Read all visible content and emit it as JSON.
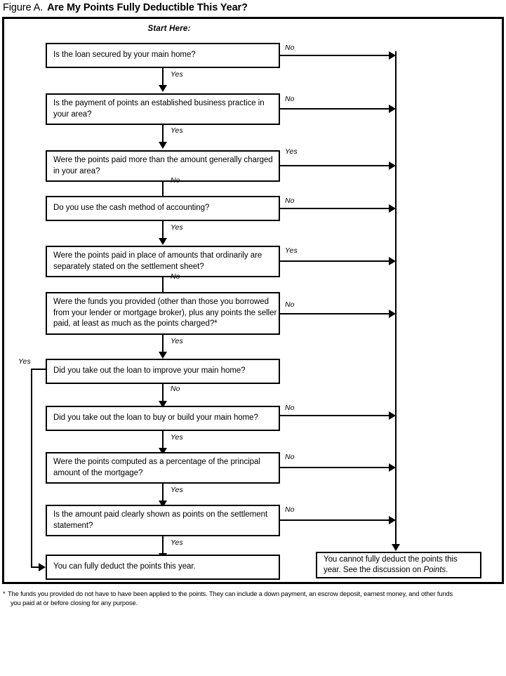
{
  "figure": {
    "label": "Figure A.",
    "title": "Are My Points Fully Deductible This Year?",
    "start_label": "Start Here:"
  },
  "colors": {
    "ink": "#000000",
    "paper": "#ffffff"
  },
  "nodes": [
    {
      "id": "q1",
      "text": "Is the loan secured by your main home?",
      "yes_label": "Yes",
      "no_label": "No",
      "exit_side": "No"
    },
    {
      "id": "q2",
      "text": "Is the payment of points an established business practice in your area?",
      "yes_label": "Yes",
      "no_label": "No",
      "exit_side": "No"
    },
    {
      "id": "q3",
      "text": "Were the points paid more than the amount generally charged in your area?",
      "yes_label": "Yes",
      "no_label": "No",
      "exit_side": "Yes"
    },
    {
      "id": "q4",
      "text": "Do you use the cash method of accounting?",
      "yes_label": "Yes",
      "no_label": "No",
      "exit_side": "No"
    },
    {
      "id": "q5",
      "text": "Were the points paid in place of amounts that ordinarily are separately stated on the settlement sheet?",
      "yes_label": "Yes",
      "no_label": "No",
      "exit_side": "Yes"
    },
    {
      "id": "q6",
      "text": "Were the funds you provided (other than those you borrowed from your lender or mortgage broker), plus any points the seller paid, at least as much as the points charged?*",
      "yes_label": "Yes",
      "no_label": "No",
      "exit_side": "No"
    },
    {
      "id": "q7",
      "text": "Did you take out the loan to improve your main home?",
      "yes_label": "Yes",
      "no_label": "No",
      "exit_side": "Yes-left"
    },
    {
      "id": "q8",
      "text": "Did you take out the loan to buy or build your main home?",
      "yes_label": "Yes",
      "no_label": "No",
      "exit_side": "No"
    },
    {
      "id": "q9",
      "text": "Were the points computed as a percentage of the principal amount of the mortgage?",
      "yes_label": "Yes",
      "no_label": "No",
      "exit_side": "No"
    },
    {
      "id": "q10",
      "text": "Is the amount paid clearly shown as points on the settlement statement?",
      "yes_label": "Yes",
      "no_label": "No",
      "exit_side": "No"
    }
  ],
  "outcomes": {
    "deductible": "You can fully deduct the points this year.",
    "not_deductible_part1": "You cannot fully deduct the points this",
    "not_deductible_part2": "year. See the discussion on ",
    "not_deductible_italic": "Points",
    "not_deductible_end": "."
  },
  "edge_labels": {
    "e1_no": "No",
    "e1_yes": "Yes",
    "e2_no": "No",
    "e2_yes": "Yes",
    "e3_yes": "Yes",
    "e3_no": "No",
    "e4_no": "No",
    "e4_yes": "Yes",
    "e5_yes": "Yes",
    "e5_no": "No",
    "e6_no": "No",
    "e6_yes": "Yes",
    "e7_yes": "Yes",
    "e7_no": "No",
    "e8_no": "No",
    "e8_yes": "Yes",
    "e9_no": "No",
    "e9_yes": "Yes",
    "e10_no": "No",
    "e10_yes": "Yes"
  },
  "footnote": {
    "marker": "*",
    "line1": "The funds you provided do not have to have been applied to the points. They can include a down payment, an escrow deposit, earnest money, and other funds",
    "line2": "you paid at or before closing for any purpose."
  }
}
